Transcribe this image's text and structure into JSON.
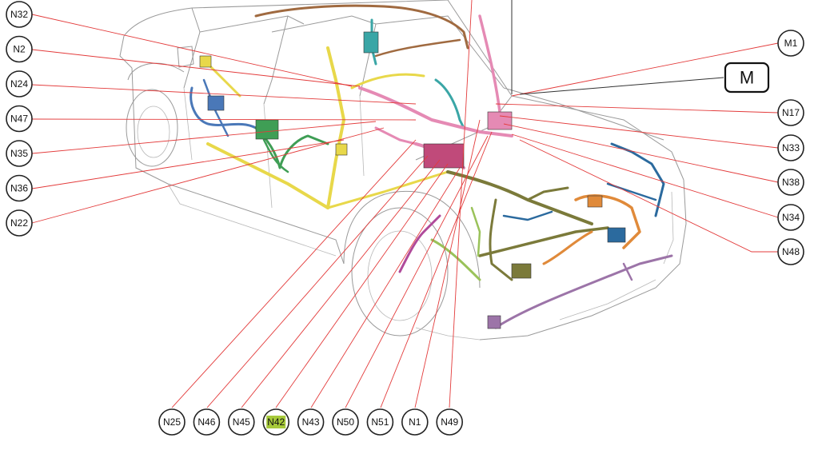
{
  "diagram": {
    "callouts_left": [
      "N32",
      "N2",
      "N24",
      "N47",
      "N35",
      "N36",
      "N22"
    ],
    "callouts_right": [
      "M1",
      "N17",
      "N33",
      "N38",
      "N34",
      "N48"
    ],
    "callouts_bottom": [
      "N25",
      "N46",
      "N45",
      "N42",
      "N43",
      "N50",
      "N51",
      "N1",
      "N49"
    ],
    "main_label": "M",
    "highlighted": "N42",
    "highlight_color": "#a6c93a",
    "harness_colors": {
      "yellow": "#e8d84a",
      "pink": "#e58ab4",
      "olive": "#7b7a3a",
      "blue": "#4a78b8",
      "green": "#3f9e55",
      "teal": "#3aa6a6",
      "orange": "#e08a3a",
      "purple": "#9c74a8",
      "magenta": "#b04a9a",
      "brown": "#a06a40",
      "darkblue": "#2b6a9e",
      "lightgreen": "#9ac25a"
    },
    "leader_color": "#e33b3b"
  }
}
